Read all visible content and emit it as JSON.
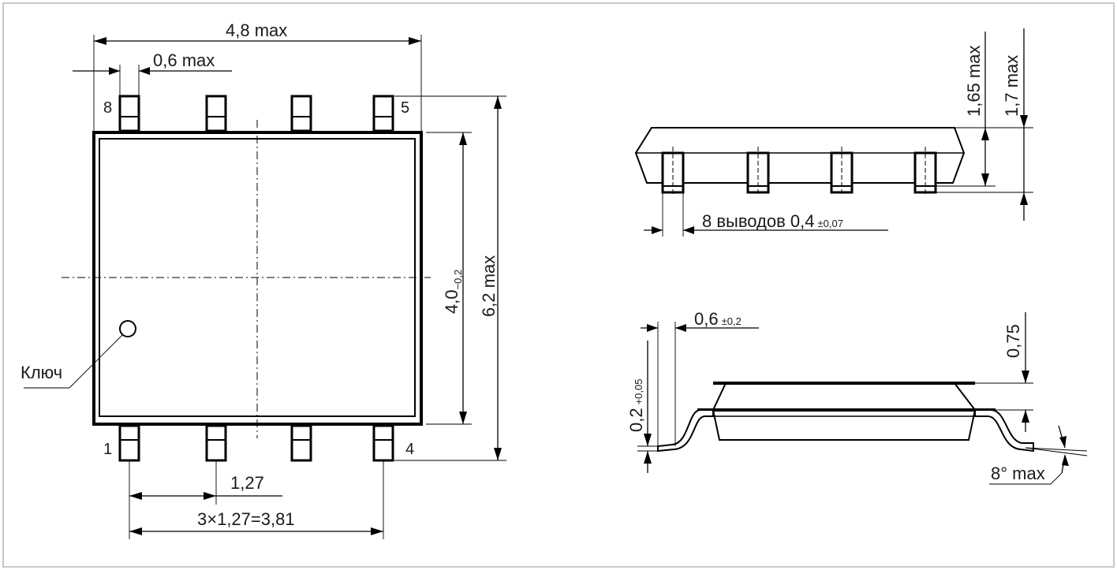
{
  "colors": {
    "frame": "#c8c8c8",
    "background": "#ffffff",
    "ink": "#000000"
  },
  "top_view": {
    "width_label": "4,8 max",
    "pin_width_label": "0,6 max",
    "body_height_main": "4,0",
    "body_height_tol": "−0,2",
    "total_height_label": "6,2 max",
    "pitch_label": "1,27",
    "span_label": "3×1,27=3,81",
    "key_label": "Ключ",
    "pins": {
      "p1": "1",
      "p4": "4",
      "p5": "5",
      "p8": "8"
    }
  },
  "side_view": {
    "height1_label": "1,65 max",
    "height2_label": "1,7 max",
    "pins_main": "8 выводов 0,4",
    "pins_tol": "±0,07"
  },
  "profile_view": {
    "lead_len_main": "0,6",
    "lead_len_tol": "±0,2",
    "lead_thick_main": "0,2",
    "lead_thick_tol": "+0,05",
    "standoff_label": "0,75",
    "angle_label": "8° max"
  }
}
